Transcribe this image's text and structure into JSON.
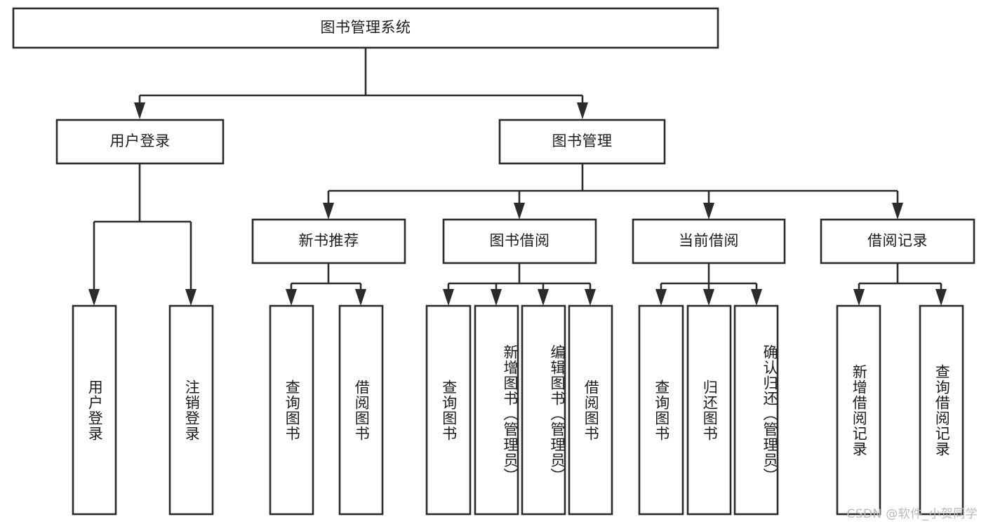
{
  "diagram": {
    "type": "tree-hierarchy-chart",
    "title": "图书管理系统",
    "orientation": "top-down",
    "colors": {
      "background": "#ffffff",
      "box_fill": "#ffffff",
      "box_stroke": "#2b2b2b",
      "text": "#1c1c1c",
      "watermark": "#b9b9b9"
    },
    "levels": [
      {
        "level": 1,
        "nodes": [
          {
            "id": "root",
            "label": "图书管理系统",
            "orientation": "horizontal"
          }
        ]
      },
      {
        "level": 2,
        "nodes": [
          {
            "id": "user-login",
            "label": "用户登录",
            "orientation": "horizontal",
            "parent": "root"
          },
          {
            "id": "book-manage",
            "label": "图书管理",
            "orientation": "horizontal",
            "parent": "root"
          }
        ]
      },
      {
        "level": 3,
        "nodes": [
          {
            "id": "new-book-rec",
            "label": "新书推荐",
            "orientation": "horizontal",
            "parent": "book-manage"
          },
          {
            "id": "book-borrow",
            "label": "图书借阅",
            "orientation": "horizontal",
            "parent": "book-manage"
          },
          {
            "id": "current-borrow",
            "label": "当前借阅",
            "orientation": "horizontal",
            "parent": "book-manage"
          },
          {
            "id": "borrow-record",
            "label": "借阅记录",
            "orientation": "horizontal",
            "parent": "book-manage"
          }
        ]
      },
      {
        "level": 4,
        "nodes": [
          {
            "id": "leaf-user-login",
            "label": "用户登录",
            "orientation": "vertical",
            "parent": "user-login"
          },
          {
            "id": "leaf-user-logout",
            "label": "注销登录",
            "orientation": "vertical",
            "parent": "user-login"
          },
          {
            "id": "leaf-rec-query",
            "label": "查询图书",
            "orientation": "vertical",
            "parent": "new-book-rec"
          },
          {
            "id": "leaf-rec-borrow",
            "label": "借阅图书",
            "orientation": "vertical",
            "parent": "new-book-rec"
          },
          {
            "id": "leaf-borrow-query",
            "label": "查询图书",
            "orientation": "vertical",
            "parent": "book-borrow"
          },
          {
            "id": "leaf-borrow-add",
            "label": "新增图书（管理员）",
            "orientation": "vertical",
            "parent": "book-borrow"
          },
          {
            "id": "leaf-borrow-edit",
            "label": "编辑图书（管理员）",
            "orientation": "vertical",
            "parent": "book-borrow"
          },
          {
            "id": "leaf-borrow-lend",
            "label": "借阅图书",
            "orientation": "vertical",
            "parent": "book-borrow"
          },
          {
            "id": "leaf-cur-query",
            "label": "查询图书",
            "orientation": "vertical",
            "parent": "current-borrow"
          },
          {
            "id": "leaf-cur-return",
            "label": "归还图书",
            "orientation": "vertical",
            "parent": "current-borrow"
          },
          {
            "id": "leaf-cur-confirm",
            "label": "确认归还（管理员）",
            "orientation": "vertical",
            "parent": "current-borrow"
          },
          {
            "id": "leaf-rec-add",
            "label": "新增借阅记录",
            "orientation": "vertical",
            "parent": "borrow-record"
          },
          {
            "id": "leaf-rec-search",
            "label": "查询借阅记录",
            "orientation": "vertical",
            "parent": "borrow-record"
          }
        ]
      }
    ]
  },
  "watermark": {
    "text": "CSDN @软件_小贺同学"
  }
}
